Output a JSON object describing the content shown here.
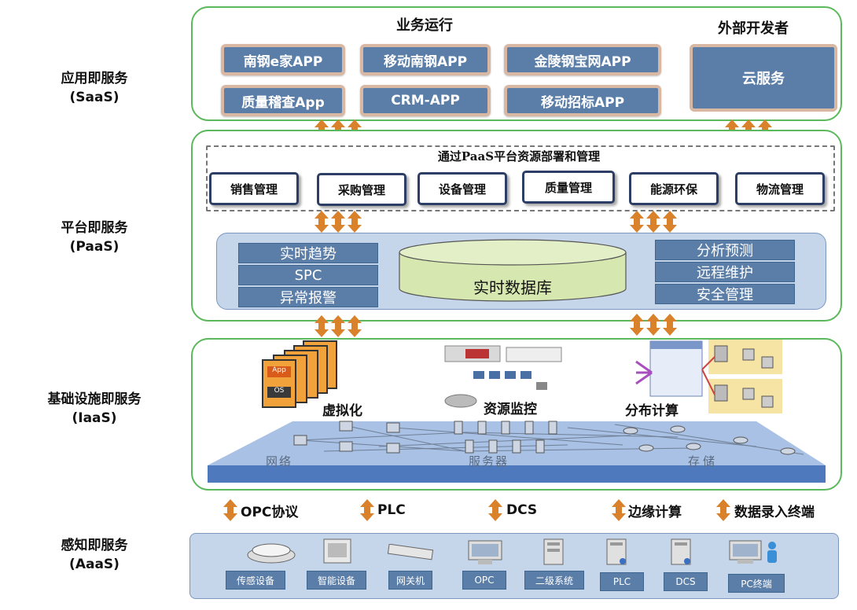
{
  "layers": {
    "saas": {
      "name": "应用即服务",
      "abbr": "(SaaS)"
    },
    "paas": {
      "name": "平台即服务",
      "abbr": "(PaaS)"
    },
    "iaas": {
      "name": "基础设施即服务",
      "abbr": "(IaaS)"
    },
    "aaas": {
      "name": "感知即服务",
      "abbr": "(AaaS)"
    }
  },
  "saas": {
    "business_title": "业务运行",
    "external_title": "外部开发者",
    "apps": [
      "南钢e家APP",
      "移动南钢APP",
      "金陵钢宝网APP",
      "质量稽查App",
      "CRM-APP",
      "移动招标APP"
    ],
    "cloud": "云服务"
  },
  "paas": {
    "platform_title": "通过PaaS平台资源部署和管理",
    "management": [
      "销售管理",
      "采购管理",
      "设备管理",
      "质量管理",
      "能源环保",
      "物流管理"
    ],
    "left_cells": [
      "实时趋势",
      "SPC",
      "异常报警"
    ],
    "database": "实时数据库",
    "right_cells": [
      "分析预测",
      "远程维护",
      "安全管理"
    ]
  },
  "iaas": {
    "virtualization": "虚拟化",
    "monitoring": "资源监控",
    "distributed": "分布计算",
    "network": "网络",
    "server": "服务器",
    "storage": "存储",
    "app_card_top": "App",
    "app_card_bottom": "OS"
  },
  "protocols": [
    "OPC协议",
    "PLC",
    "DCS",
    "边缘计算",
    "数据录入终端"
  ],
  "devices": [
    "传感设备",
    "智能设备",
    "网关机",
    "OPC",
    "二级系统",
    "PLC",
    "DCS",
    "PC终端"
  ],
  "colors": {
    "layer_border": "#5cb85c",
    "app_fill": "#5b7ea8",
    "app_border": "#d9b8a3",
    "arrow": "#d9822b",
    "db_fill": "#d6e8b0"
  }
}
